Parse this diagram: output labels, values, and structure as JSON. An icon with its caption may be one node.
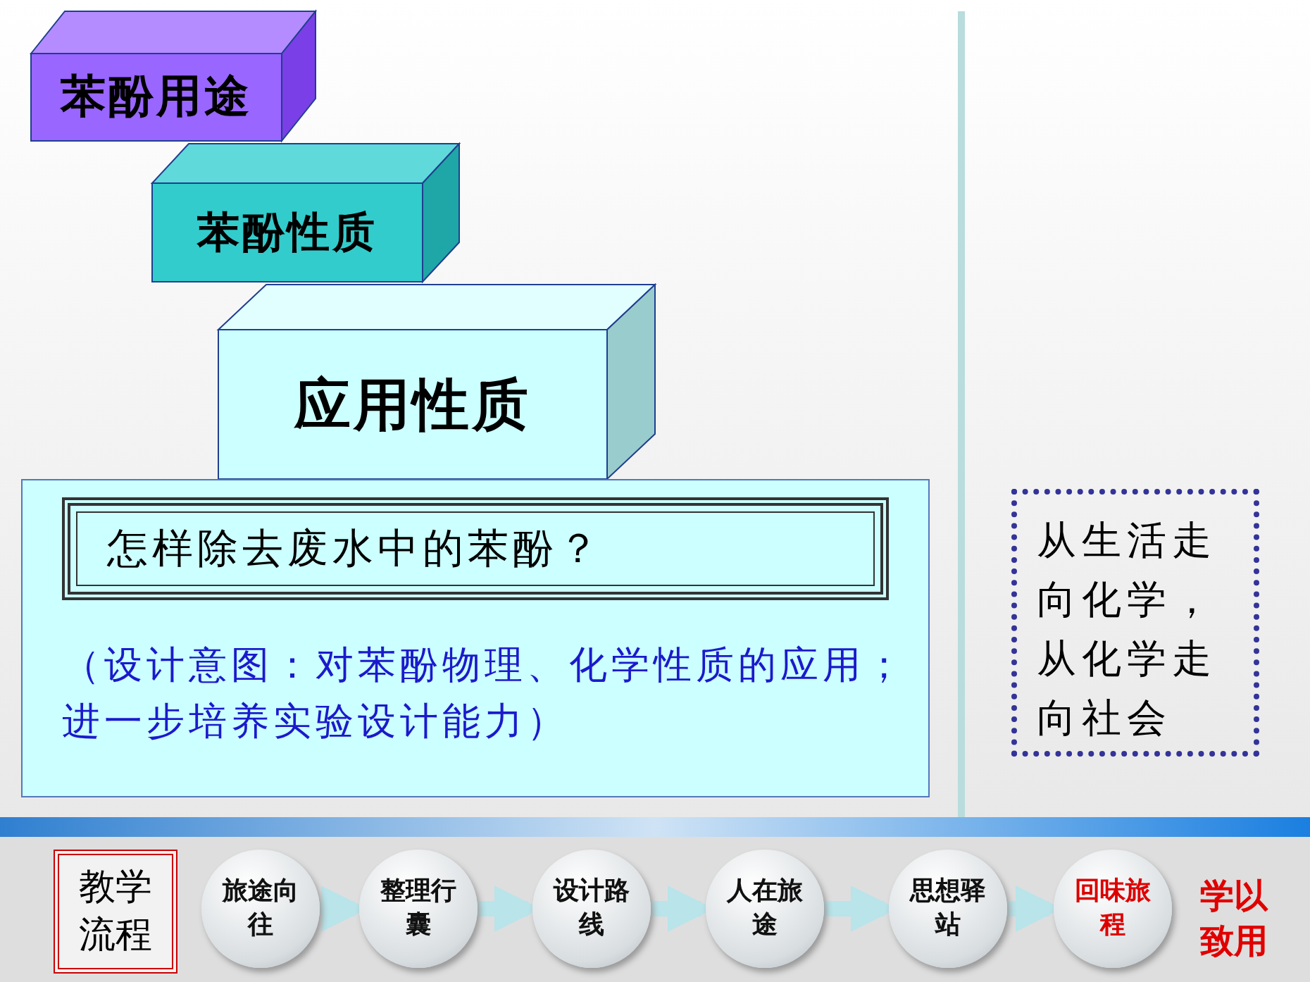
{
  "diagram": {
    "nodes": [
      {
        "text": [
          "苯酚用途"
        ]
      },
      {
        "text": [
          "苯酚性质"
        ]
      },
      {
        "text": [
          "应用性质"
        ]
      },
      {
        "text": [
          "（设计意图：对苯酚物理、化学性质的应用；进一步培养实验设计能力）"
        ]
      },
      {
        "text": [
          "怎样除去废水中的苯酚？"
        ],
        "in": 3
      },
      {
        "text": [
          "从生活走向化学，从化学走向社会"
        ]
      },
      {
        "text": [
          "教学流程"
        ]
      },
      {
        "text": [
          "旅途向往"
        ]
      },
      {
        "text": [
          "整理行囊"
        ]
      },
      {
        "text": [
          "设计路线"
        ]
      },
      {
        "text": [
          "人在旅途"
        ]
      },
      {
        "text": [
          "思想驿站"
        ]
      },
      {
        "text": [
          "回味旅程"
        ]
      }
    ],
    "edges": [
      {
        "from": 7,
        "to": 8,
        "arrow": "to"
      },
      {
        "from": 8,
        "to": 9,
        "arrow": "to"
      },
      {
        "from": 9,
        "to": 10,
        "arrow": "to"
      },
      {
        "from": 10,
        "to": 11,
        "arrow": "to"
      },
      {
        "from": 11,
        "to": 12,
        "arrow": "to"
      }
    ],
    "labels": [
      "学以致用"
    ]
  }
}
